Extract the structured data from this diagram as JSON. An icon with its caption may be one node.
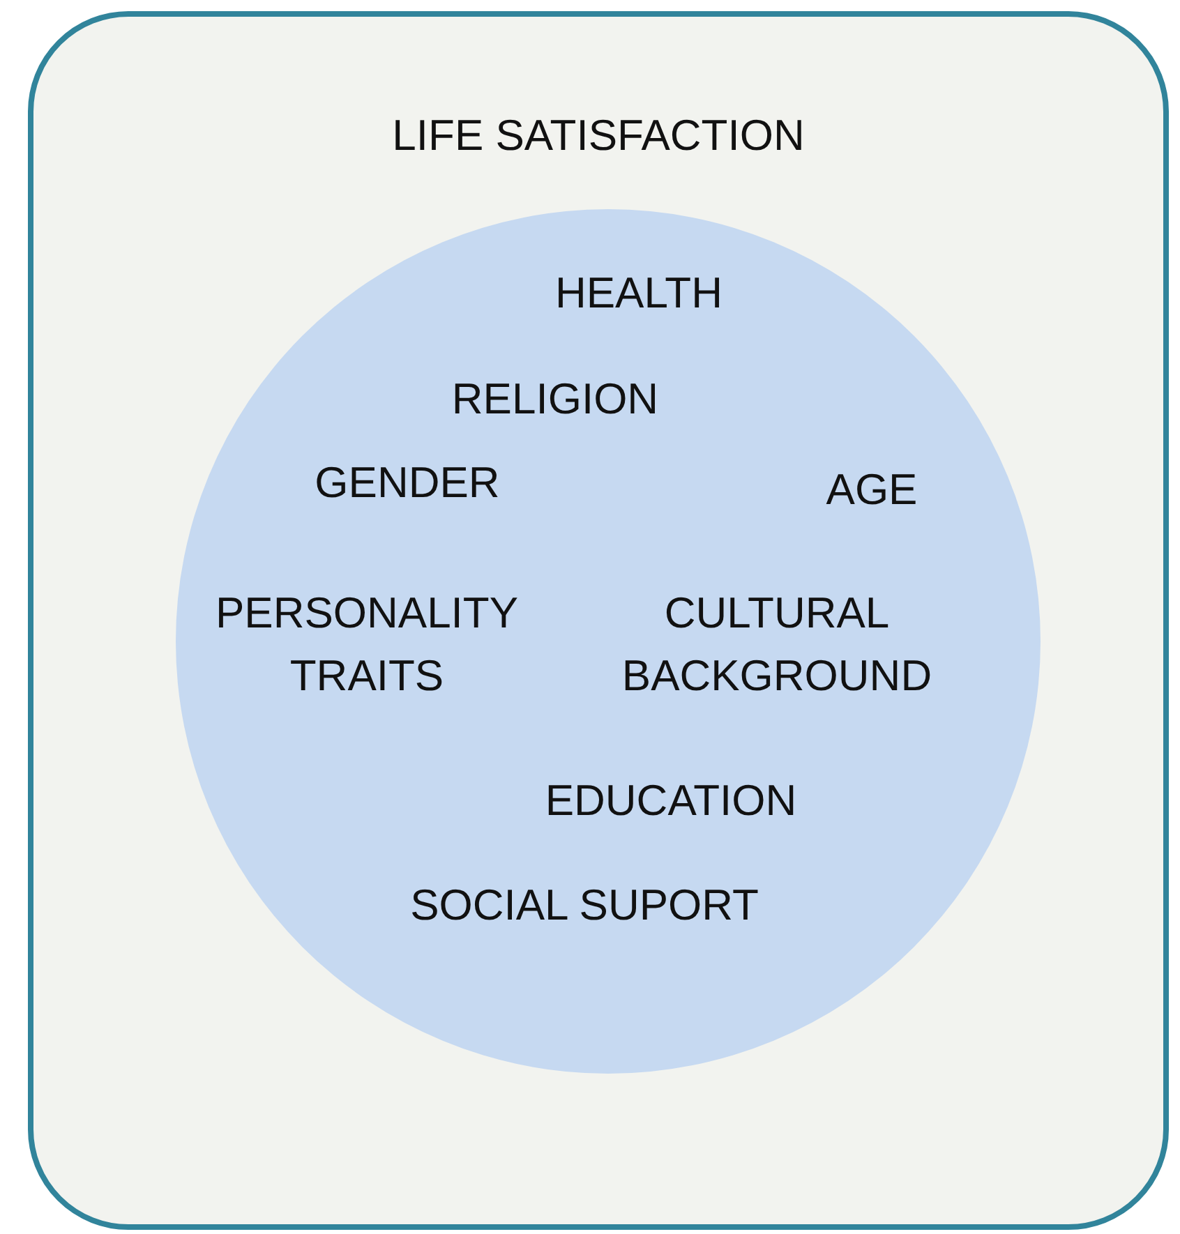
{
  "diagram": {
    "nodes": [
      {
        "text": [
          "LIFE SATISFACTION"
        ]
      },
      {
        "text": [
          "HEALTH",
          "RELIGION",
          "GENDER",
          "AGE",
          "PERSONALITY TRAITS",
          "CULTURAL BACKGROUND",
          "EDUCATION",
          "SOCIAL SUPORT"
        ],
        "in": 0
      }
    ]
  }
}
